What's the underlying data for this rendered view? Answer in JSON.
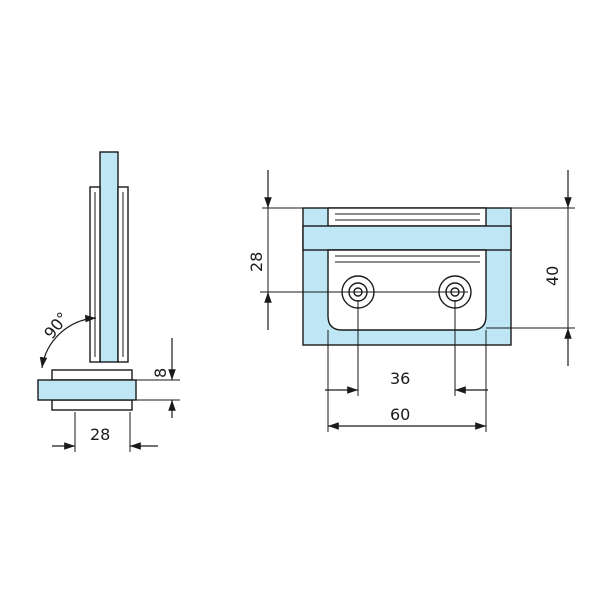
{
  "dimensions": {
    "side_angle": "90°",
    "side_thickness": "8",
    "side_width": "28",
    "front_hole_spacing": "36",
    "front_width": "60",
    "front_offset": "28",
    "front_height": "40"
  },
  "colors": {
    "glass": "#bfe6f5",
    "line": "#1a1a1a",
    "background": "#ffffff"
  }
}
